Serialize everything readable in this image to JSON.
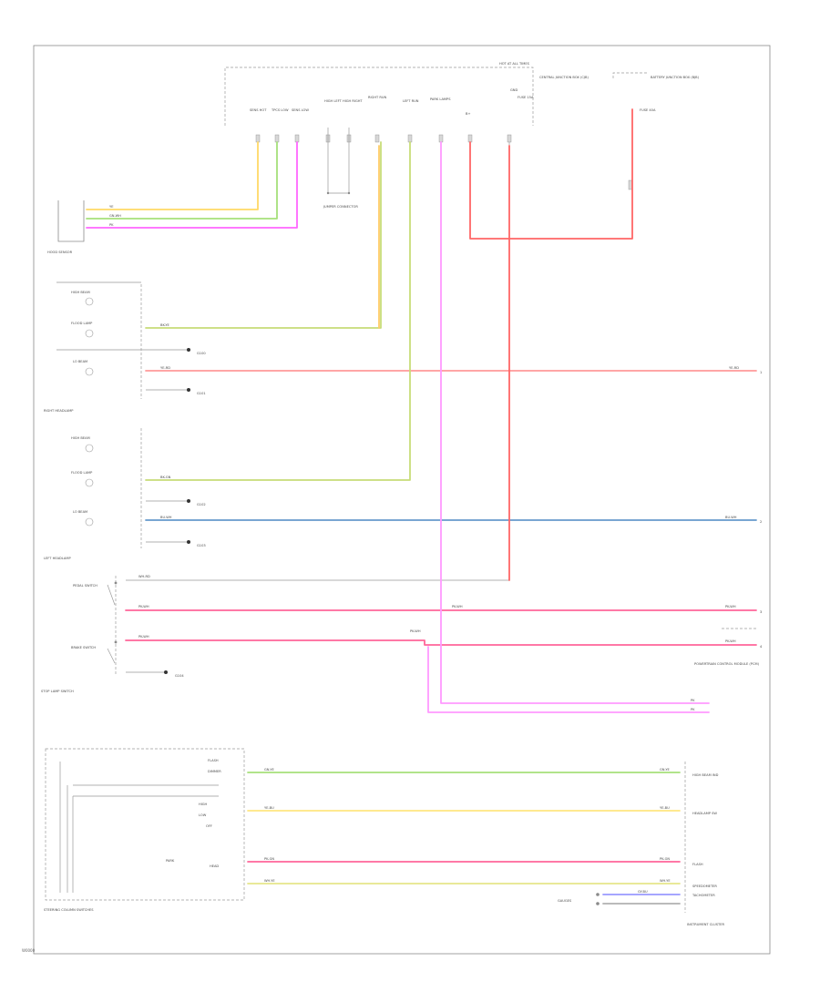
{
  "figure_code": "W0000",
  "colors": {
    "yellow": "#ffd966",
    "green": "#a6e07a",
    "magenta": "#ff66ff",
    "red": "#ff6666",
    "pink": "#ff6699",
    "yellow_green": "#c8dc78",
    "orange": "#ffcc66",
    "blue": "#6699cc",
    "gray": "#b0b0b0"
  },
  "components": {
    "top_connector": {
      "label": "HOT AT ALL TIMES",
      "pins": [
        "SENS HOT",
        "TPCS LOW",
        "SENS LOW",
        "HIGH LEFT",
        "HIGH RIGHT",
        "RIGHT RUN",
        "LEFT RUN",
        "PARK LAMPS",
        "B+",
        "GND"
      ]
    },
    "central_module": {
      "label": "CENTRAL JUNCTION BOX (CJB)",
      "fuse": "FUSE 15A"
    },
    "battery_jb": {
      "label": "BATTERY JUNCTION BOX (BJB)",
      "fuse": "FUSE 40A"
    },
    "jumper": {
      "label": "JUMPER CONNECTOR"
    },
    "hood_sensor": {
      "label": "HOOD SENSOR"
    },
    "right_headlamp": {
      "label": "RIGHT HEADLAMP",
      "bulbs": [
        "HIGH BEAM",
        "FLOOD LAMP",
        "LO BEAM"
      ]
    },
    "left_headlamp": {
      "label": "LEFT HEADLAMP",
      "bulbs": [
        "HIGH BEAM",
        "FLOOD LAMP",
        "LO BEAM"
      ]
    },
    "brake_switches": {
      "label": "STOP LAMP SWITCH",
      "items": [
        "PEDAL SWITCH",
        "BRAKE SWITCH"
      ]
    },
    "steering_column": {
      "label": "STEERING COLUMN SWITCHES",
      "items": [
        "FLASH",
        "DIMMER",
        "HIGH",
        "LOW",
        "OFF",
        "PARK",
        "HEAD"
      ]
    },
    "pcm": {
      "label": "POWERTRAIN CONTROL MODULE (PCM)"
    },
    "instrument_cluster": {
      "label": "INSTRUMENT CLUSTER",
      "items": [
        "HIGH BEAM IND",
        "HEADLAMP SW",
        "FLASH",
        "SPEEDOMETER",
        "TACHOMETER",
        "GAUGES"
      ]
    }
  },
  "wire_labels": {
    "w1": "YE",
    "w2": "GN-WH",
    "w3": "PK",
    "w4": "BK-YE",
    "w5": "YE-RD",
    "w6": "BK-GN",
    "w7": "BU-WH",
    "w8": "WH-RD",
    "w9": "PK-WH",
    "w10": "GN-YE",
    "w11": "YE-BU",
    "w12": "PK-GN",
    "w13": "WH-YE",
    "w14": "GY-BU"
  },
  "ground_labels": {
    "g1": "G100",
    "g2": "G101",
    "g3": "G102",
    "g4": "G103",
    "g5": "G104"
  }
}
